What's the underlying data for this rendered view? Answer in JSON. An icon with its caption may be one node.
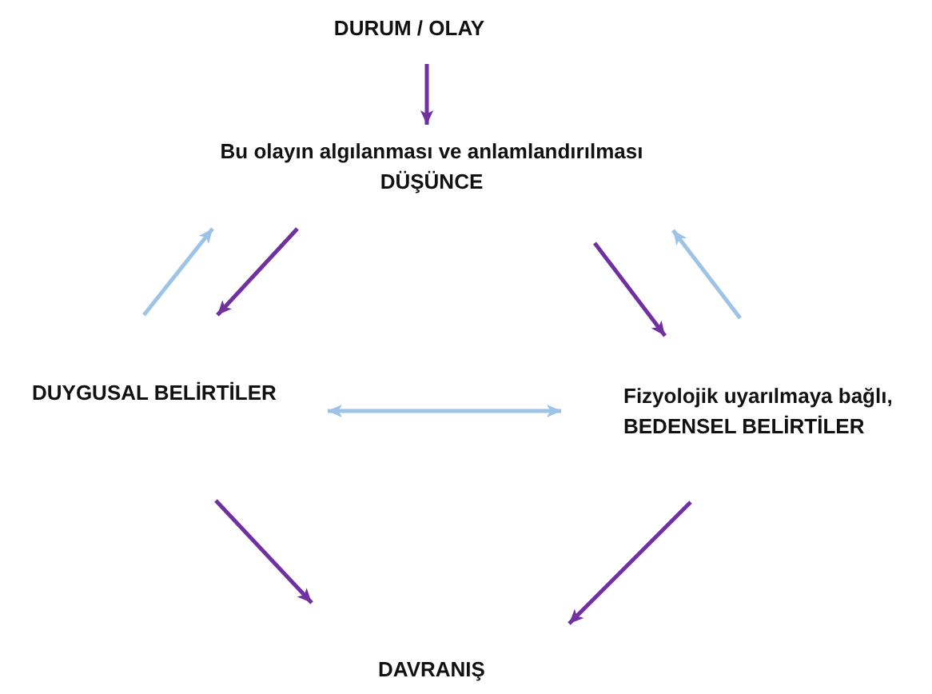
{
  "diagram": {
    "nodes": [
      {
        "text": [
          "DURUM / OLAY"
        ]
      },
      {
        "text": [
          "Bu olayın algılanması ve anlamlandırılması",
          "DÜŞÜNCE"
        ]
      },
      {
        "text": [
          "DUYGUSAL BELİRTİLER"
        ]
      },
      {
        "text": [
          "Fizyolojik uyarılmaya bağlı, BEDENSEL BELİRTİLER"
        ]
      },
      {
        "text": [
          "DAVRANIŞ"
        ]
      }
    ],
    "edges": [
      {
        "from": 0,
        "to": 1,
        "arrow": "to"
      },
      {
        "from": 1,
        "to": 2,
        "arrow": "to"
      },
      {
        "from": 2,
        "to": 1,
        "arrow": "to",
        "color": "#9dc3e6"
      },
      {
        "from": 1,
        "to": 3,
        "arrow": "to"
      },
      {
        "from": 3,
        "to": 1,
        "arrow": "to",
        "color": "#9dc3e6"
      },
      {
        "from": 2,
        "to": 3,
        "arrow": "both",
        "color": "#9dc3e6"
      },
      {
        "from": 2,
        "to": 4,
        "arrow": "to"
      },
      {
        "from": 3,
        "to": 4,
        "arrow": "to"
      }
    ]
  }
}
